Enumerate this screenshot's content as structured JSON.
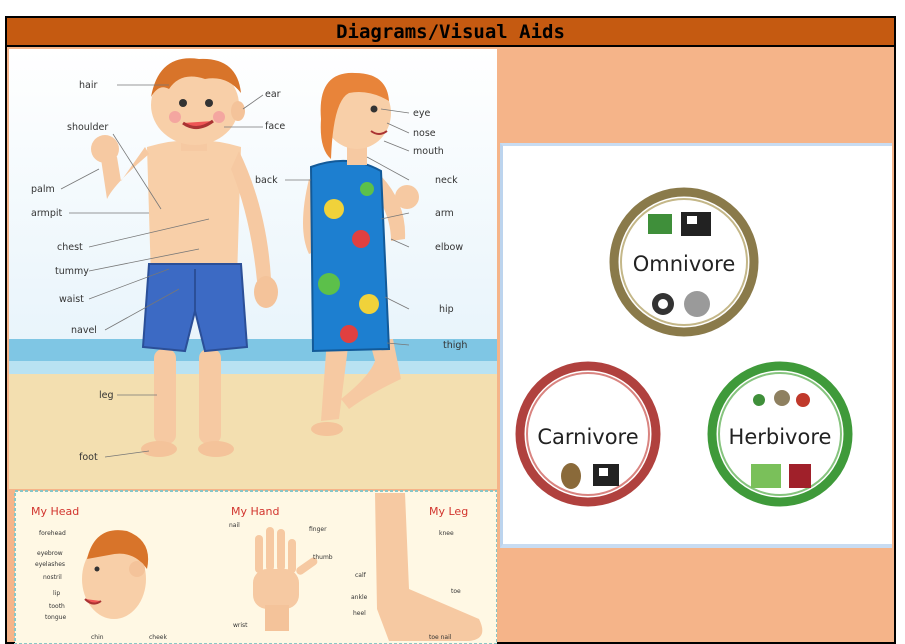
{
  "header": {
    "title": "Diagrams/Visual Aids"
  },
  "poster": {
    "labels": {
      "hair": "hair",
      "ear": "ear",
      "face": "face",
      "shoulder": "shoulder",
      "eye": "eye",
      "nose": "nose",
      "mouth": "mouth",
      "back": "back",
      "neck": "neck",
      "palm": "palm",
      "armpit": "armpit",
      "arm": "arm",
      "chest": "chest",
      "elbow": "elbow",
      "tummy": "tummy",
      "waist": "waist",
      "hip": "hip",
      "navel": "navel",
      "thigh": "thigh",
      "leg": "leg",
      "foot": "foot"
    },
    "head_section": {
      "title": "My Head",
      "labels": [
        "forehead",
        "eyebrow",
        "eyelashes",
        "nostril",
        "lip",
        "tooth",
        "tongue",
        "chin",
        "cheek"
      ]
    },
    "hand_section": {
      "title": "My Hand",
      "labels": [
        "nail",
        "finger",
        "thumb",
        "wrist"
      ]
    },
    "leg_section": {
      "title": "My Leg",
      "labels": [
        "knee",
        "calf",
        "ankle",
        "heel",
        "toe",
        "toe nail"
      ]
    }
  },
  "classification": {
    "omnivore": "Omnivore",
    "carnivore": "Carnivore",
    "herbivore": "Herbivore",
    "colors": {
      "omnivore_ring": "#8a7a4a",
      "carnivore_ring": "#b0413e",
      "herbivore_ring": "#3f9a3a"
    }
  }
}
